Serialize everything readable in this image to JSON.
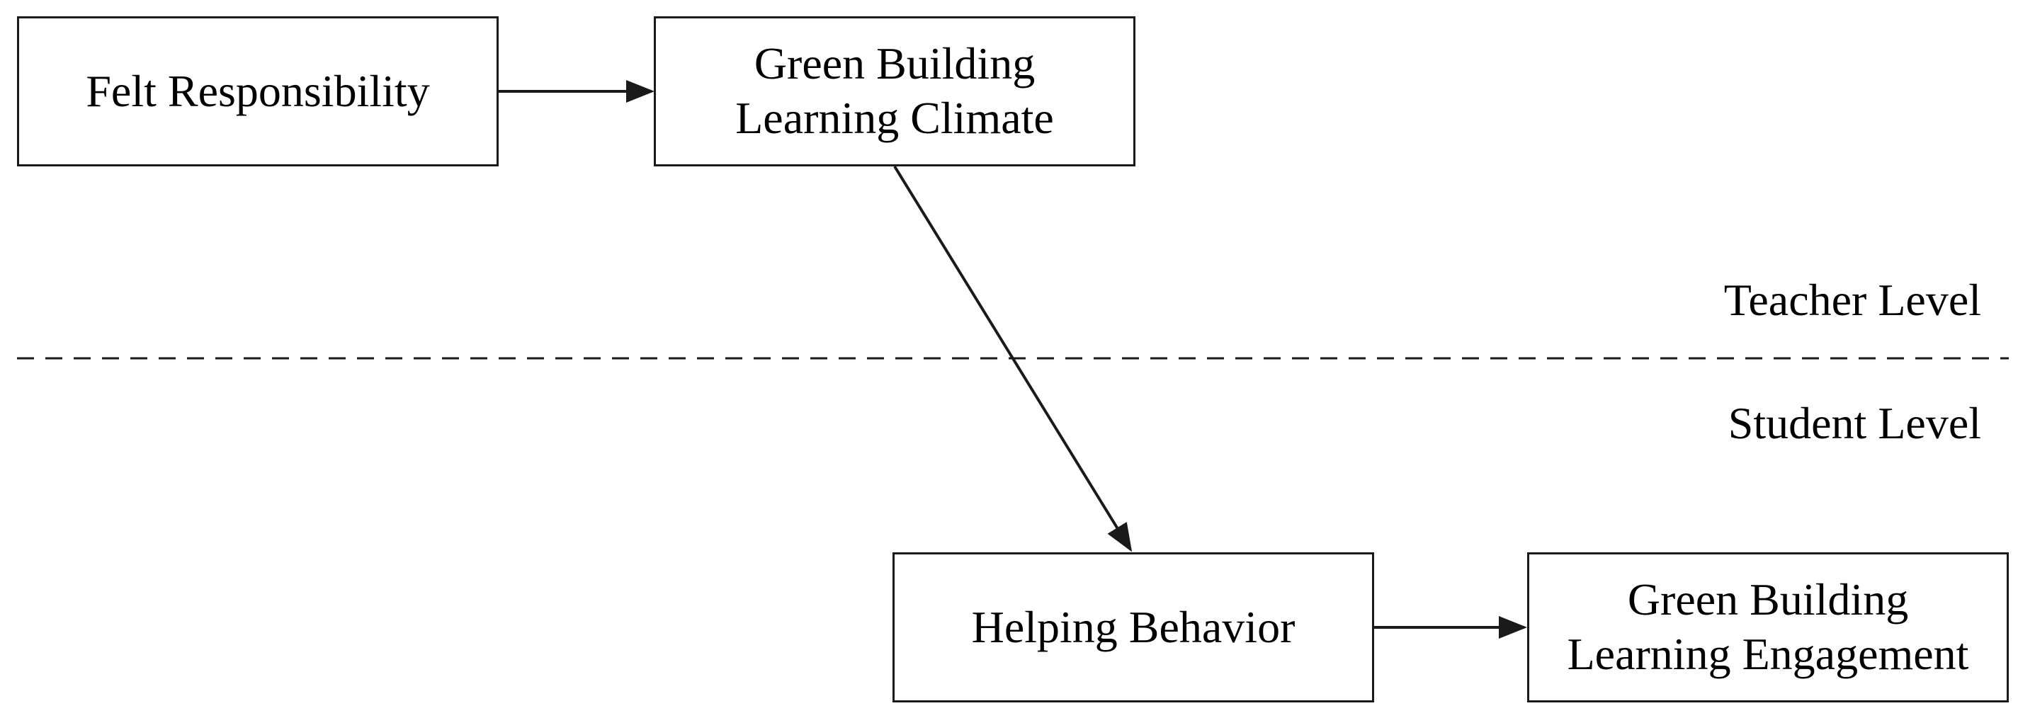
{
  "nodes": {
    "felt_responsibility": {
      "lines": [
        "Felt Responsibility"
      ]
    },
    "learning_climate": {
      "lines": [
        "Green Building",
        "Learning Climate"
      ]
    },
    "helping_behavior": {
      "lines": [
        "Helping Behavior"
      ]
    },
    "learning_engagement": {
      "lines": [
        "Green Building",
        "Learning Engagement"
      ]
    }
  },
  "levels": {
    "teacher": "Teacher Level",
    "student": "Student Level"
  },
  "colors": {
    "stroke": "#1a1a1a",
    "background": "#ffffff"
  }
}
